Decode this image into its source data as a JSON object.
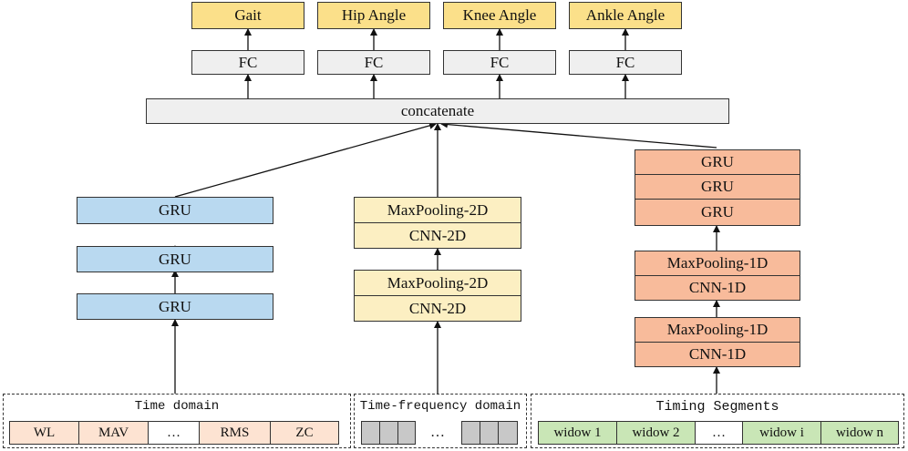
{
  "outputs": [
    {
      "label": "Gait"
    },
    {
      "label": "Hip Angle"
    },
    {
      "label": "Knee Angle"
    },
    {
      "label": "Ankle Angle"
    }
  ],
  "fc_label": "FC",
  "concat_label": "concatenate",
  "left_branch": {
    "gru_labels": [
      "GRU",
      "GRU",
      "GRU"
    ]
  },
  "middle_branch": {
    "upper": [
      "MaxPooling-2D",
      "CNN-2D"
    ],
    "lower": [
      "MaxPooling-2D",
      "CNN-2D"
    ]
  },
  "right_branch": {
    "gru_stack": [
      "GRU",
      "GRU",
      "GRU"
    ],
    "upper": [
      "MaxPooling-1D",
      "CNN-1D"
    ],
    "lower": [
      "MaxPooling-1D",
      "CNN-1D"
    ]
  },
  "inputs": {
    "time_domain": {
      "title": "Time domain",
      "features": [
        "WL",
        "MAV",
        "…",
        "RMS",
        "ZC"
      ]
    },
    "time_frequency": {
      "title": "Time-frequency domain",
      "ellipsis": "…"
    },
    "timing_segments": {
      "title": "Timing Segments",
      "windows": [
        "widow 1",
        "widow 2",
        "…",
        "widow i",
        "widow n"
      ]
    }
  },
  "colors": {
    "output": "#fbe08a",
    "fc": "#efefef",
    "gru_blue": "#b9d9f0",
    "cnn2d_yellow": "#fcefc2",
    "cnn1d_orange": "#f8bb9b",
    "time_domain_cell": "#fde3d2",
    "tf_cell": "#c8c8c8",
    "window_cell": "#c9e6b6"
  }
}
